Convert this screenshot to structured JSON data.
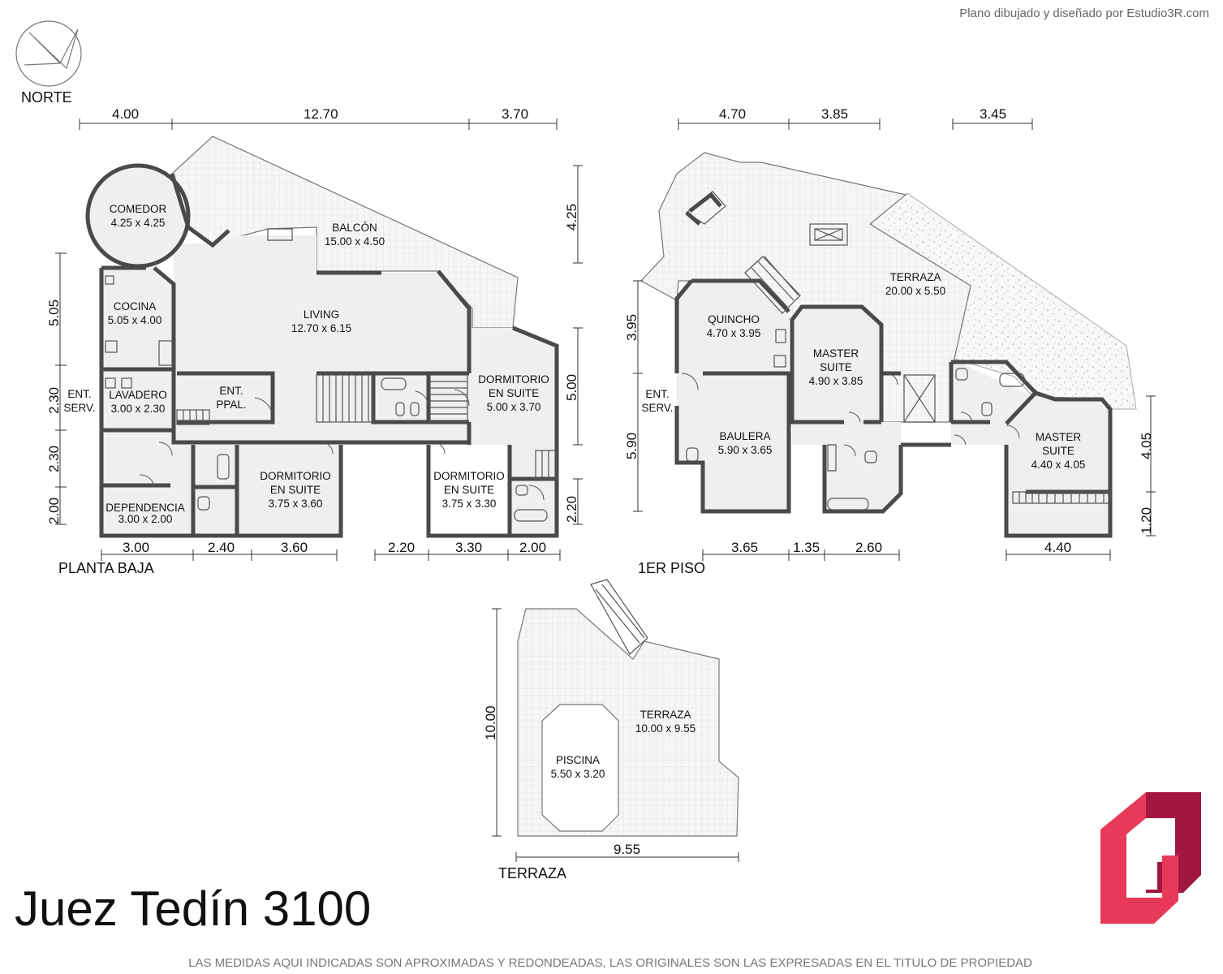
{
  "credit": "Plano dibujado y diseñado por Estudio3R.com",
  "north_label": "NORTE",
  "title": "Juez Tedín 3100",
  "disclaimer": "LAS MEDIDAS AQUI INDICADAS SON APROXIMADAS Y REDONDEADAS, LAS ORIGINALES SON LAS EXPRESADAS EN EL TITULO DE PROPIEDAD",
  "floors": {
    "ground": {
      "name": "PLANTA BAJA",
      "rooms": {
        "comedor": [
          "COMEDOR",
          "4.25 x 4.25"
        ],
        "balcon": [
          "BALCÓN",
          "15.00 x 4.50"
        ],
        "cocina": [
          "COCINA",
          "5.05 x 4.00"
        ],
        "living": [
          "LIVING",
          "12.70 x 6.15"
        ],
        "ent_serv": [
          "ENT.",
          "SERV."
        ],
        "lavadero": [
          "LAVADERO",
          "3.00 x 2.30"
        ],
        "ent_ppal": [
          "ENT.",
          "PPAL."
        ],
        "dorm_suite_1": [
          "DORMITORIO",
          "EN SUITE",
          "5.00 x 3.70"
        ],
        "dependencia": [
          "DEPENDENCIA",
          "3.00 x 2.00"
        ],
        "dorm_suite_2": [
          "DORMITORIO",
          "EN SUITE",
          "3.75 x 3.60"
        ],
        "dorm_suite_3": [
          "DORMITORIO",
          "EN SUITE",
          "3.75 x 3.30"
        ]
      },
      "dims_top": [
        "4.00",
        "12.70",
        "3.70"
      ],
      "dims_bottom": [
        "3.00",
        "2.40",
        "3.60",
        "2.20",
        "3.30",
        "2.00"
      ],
      "dims_left": [
        "5.05",
        "2.30",
        "2.30",
        "2.00"
      ],
      "dims_right": [
        "4.25",
        "5.00",
        "2.20"
      ]
    },
    "first": {
      "name": "1ER PISO",
      "rooms": {
        "terraza": [
          "TERRAZA",
          "20.00 x 5.50"
        ],
        "quincho": [
          "QUINCHO",
          "4.70 x 3.95"
        ],
        "master_1": [
          "MASTER",
          "SUITE",
          "4.90 x 3.85"
        ],
        "ent_serv": [
          "ENT.",
          "SERV."
        ],
        "baulera": [
          "BAULERA",
          "5.90 x 3.65"
        ],
        "master_2": [
          "MASTER",
          "SUITE",
          "4.40 x 4.05"
        ]
      },
      "dims_top": [
        "4.70",
        "3.85",
        "3.45"
      ],
      "dims_bottom": [
        "3.65",
        "1.35",
        "2.60",
        "4.40"
      ],
      "dims_left": [
        "3.95",
        "5.90"
      ],
      "dims_right": [
        "4.05",
        "1.20"
      ]
    },
    "roof": {
      "name": "TERRAZA",
      "rooms": {
        "terraza": [
          "TERRAZA",
          "10.00 x 9.55"
        ],
        "piscina": [
          "PISCINA",
          "5.50 x 3.20"
        ]
      },
      "dims_left": [
        "10.00"
      ],
      "dims_bottom": [
        "9.55"
      ]
    }
  },
  "colors": {
    "wall": "#4a4a4a",
    "logo_dark": "#a01840",
    "logo_light": "#e8395a"
  }
}
